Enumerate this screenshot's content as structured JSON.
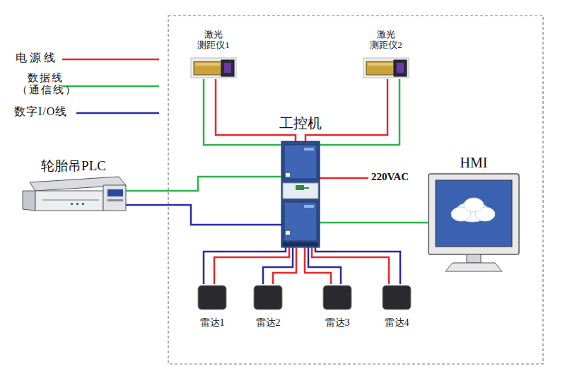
{
  "diagram": {
    "nodes": [
      {
        "text": [
          "激光 测距仪1"
        ]
      },
      {
        "text": [
          "激光 测距仪2"
        ]
      },
      {
        "text": [
          "工控机"
        ]
      },
      {
        "text": [
          "轮胎吊PLC"
        ]
      },
      {
        "text": [
          "HMI"
        ]
      },
      {
        "text": [
          "雷达1"
        ]
      },
      {
        "text": [
          "雷达2"
        ]
      },
      {
        "text": [
          "雷达3"
        ]
      },
      {
        "text": [
          "雷达4"
        ]
      }
    ],
    "edges": [
      {
        "from": 0,
        "to": 2,
        "arrow": "none"
      },
      {
        "from": 0,
        "to": 2,
        "arrow": "none"
      },
      {
        "from": 1,
        "to": 2,
        "arrow": "none"
      },
      {
        "from": 1,
        "to": 2,
        "arrow": "none"
      },
      {
        "from": 3,
        "to": 2,
        "arrow": "none"
      },
      {
        "from": 3,
        "to": 2,
        "arrow": "none"
      },
      {
        "from": 2,
        "to": 4,
        "arrow": "none"
      },
      {
        "from": 2,
        "to": 5,
        "arrow": "none"
      },
      {
        "from": 2,
        "to": 5,
        "arrow": "none"
      },
      {
        "from": 2,
        "to": 6,
        "arrow": "none"
      },
      {
        "from": 2,
        "to": 6,
        "arrow": "none"
      },
      {
        "from": 2,
        "to": 7,
        "arrow": "none"
      },
      {
        "from": 2,
        "to": 7,
        "arrow": "none"
      },
      {
        "from": 2,
        "to": 8,
        "arrow": "none"
      },
      {
        "from": 2,
        "to": 8,
        "arrow": "none"
      }
    ],
    "labels": [
      "220VAC"
    ],
    "legend": [
      {
        "text": "电源线"
      },
      {
        "text": "数据线 （通信线）"
      },
      {
        "text": "数字I/O线"
      }
    ]
  }
}
